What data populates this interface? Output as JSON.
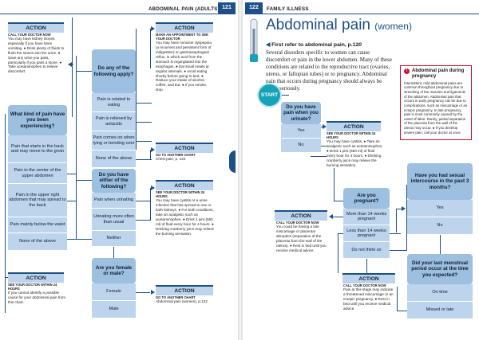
{
  "header": {
    "left_title": "ABDOMINAL PAIN (ADULTS)",
    "left_page": "121",
    "right_page": "122",
    "right_title": "FAMILY ILLNESS"
  },
  "left": {
    "action1": {
      "title": "ACTION",
      "cap": "CALL YOUR DOCTOR NOW",
      "text": "You may have kidney stones, especially if you have been vomiting. ● Drink plenty of fluids to flush the stones into the urine. ● Save any urine you pass, particularly if you pass a stone. ● Take acetaminophen to relieve discomfort."
    },
    "q_pain": "What kind of pain have you been experiencing?",
    "pain_options": [
      "Pain that starts in the back and may move to the groin",
      "Pain in the center of the upper abdomen",
      "Pain in the upper right abdomen that may spread to the back",
      "Pain mainly below the waist",
      "None of the above"
    ],
    "action2": {
      "title": "ACTION",
      "cap": "SEE YOUR DOCTOR WITHIN 24 HOURS",
      "text": "If you cannot identify a possible cause for your abdominal pain from this chart."
    },
    "q_following": "Do any of the following apply?",
    "following_options": [
      "Pain is related to eating",
      "Pain is relieved by antacids",
      "Pain comes on when lying or bending over",
      "None of the above"
    ],
    "action3": {
      "title": "ACTION",
      "cap": "MAKE AN APPOINTMENT TO SEE YOUR DOCTOR",
      "text": "You may have nonulcer dyspepsia (a recurrent and persistent form of indigestion) or gastroesophageal reflux, in which acid from the stomach is regurgitated into the esophagus. ● Eat small meals at regular intervals. ● Avoid eating shortly before going to bed. ● Reduce your intake of alcohol, coffee, and tea. ● If you smoke, stop."
    },
    "action4": {
      "title": "ACTION",
      "cap": "GO TO ANOTHER CHART",
      "text": "Chest pain, p. 134"
    },
    "q_either": "Do you have either of the following?",
    "either_options": [
      "Pain when urinating",
      "Urinating more often than usual",
      "Neither"
    ],
    "action5": {
      "title": "ACTION",
      "cap": "SEE YOUR DOCTOR WITHIN 24 HOURS",
      "text": "You may have cystitis or a urine infection that has spread to one or both kidneys. ● For both conditions, take an analgesic such as acetaminophen. ● Drink 1 pint (550 ml) of fluid every hour for 4 hours. ● Drinking cranberry juice may relieve the burning sensation."
    },
    "q_sex": "Are you female or male?",
    "sex_options": [
      "Female",
      "Male"
    ],
    "action6": {
      "title": "ACTION",
      "cap": "GO TO ANOTHER CHART",
      "text": "Abdominal pain (women), p.122"
    }
  },
  "right": {
    "title": "Abdominal pain",
    "title_suffix": "(women)",
    "subtitle": "First refer to abdominal pain, p.120",
    "intro": "Several disorders specific to women can cause discomfort or pain in the lower abdomen. Many of these conditions are related to the reproductive tract (ovaries, uterus, or fallopian tubes) or to pregnancy. Abdominal pain that occurs during pregnancy should always be taken seriously.",
    "warning": {
      "title": "Abdominal pain during pregnancy",
      "text": "Intermittent, mild abdominal pains are common throughout pregnancy due to stretching of the muscles and ligaments of the abdomen. Abdominal pain that occurs in early pregnancy can be due to complications, such as miscarriage or an ectopic pregnancy. In late pregnancy, pain is most commonly caused by the onset of labor. Rarely, partial separation of the placenta from the wall of the uterus may occur. ● If you develop severe pain, call your doctor at once."
    },
    "start": "START",
    "q_urinate": "Do you have pain when you urinate?",
    "urinate_options": [
      "Yes",
      "No"
    ],
    "action1": {
      "title": "ACTION",
      "cap": "SEE YOUR DOCTOR WITHIN 24 HOURS",
      "text": "You may have cystitis. ● Take an analgesic such as acetaminophen. ● Drink 1 pint (550 ml) of fluid every hour for 4 hours. ● Drinking cranberry juice may relieve the burning sensation."
    },
    "q_pregnant": "Are you pregnant?",
    "pregnant_options": [
      "More than 14 weeks pregnant",
      "Less than 14 weeks pregnant",
      "Do not think so"
    ],
    "action2": {
      "title": "ACTION",
      "cap": "CALL YOUR DOCTOR NOW",
      "text": "You could be having a late miscarriage or placental abruption (separation of the placenta from the wall of the uterus). ● Rest in bed until you receive medical advice."
    },
    "action3": {
      "title": "ACTION",
      "cap": "CALL YOUR DOCTOR NOW",
      "text": "Pain at this stage may indicate a threatened miscarriage or an ectopic pregnancy. ● Rest in bed until you receive medical advice."
    },
    "q_intercourse": "Have you had sexual intercourse in the past 3 months?",
    "intercourse_options": [
      "Yes",
      "No"
    ],
    "q_period": "Did your last menstrual period occur at the time you expected?",
    "period_options": [
      "On time",
      "Missed or late"
    ]
  }
}
